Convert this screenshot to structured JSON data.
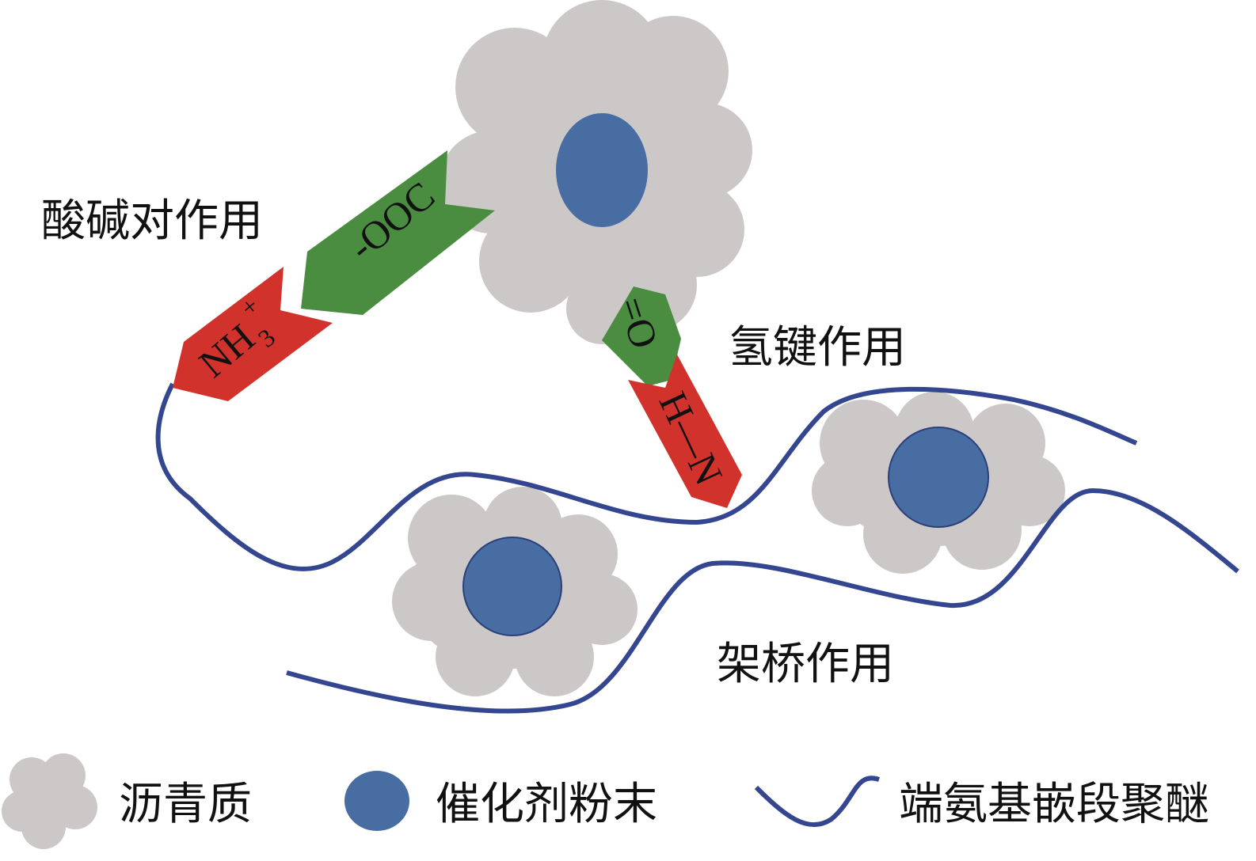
{
  "labels": {
    "acid_base": "酸碱对作用",
    "hydrogen_bond": "氢键作用",
    "bridging": "架桥作用"
  },
  "groups": {
    "nh3": "NH",
    "nh3_sub": "3",
    "nh3_sup": "+",
    "ooc": "-OOC",
    "carbonyl": "=O",
    "hn": "H—N"
  },
  "legend": {
    "asphaltene": "沥青质",
    "catalyst": "催化剂粉末",
    "polyether": "端氨基嵌段聚醚"
  },
  "colors": {
    "asphaltene": "#ccc8c8",
    "catalyst": "#476da2",
    "polyether": "#34468f",
    "red": "#d2322c",
    "green": "#4a8c40"
  }
}
